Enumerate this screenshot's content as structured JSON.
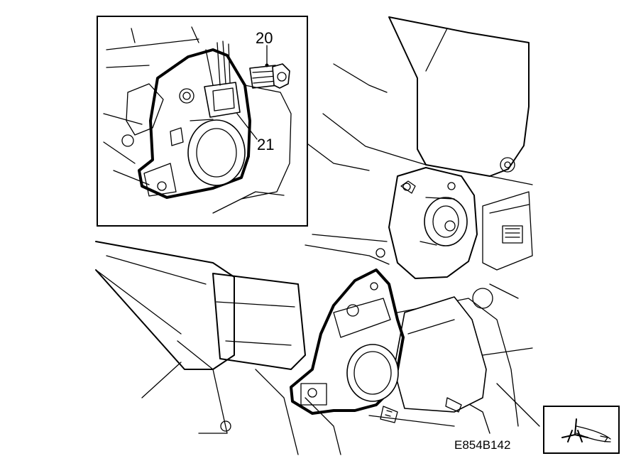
{
  "diagram": {
    "callouts": [
      {
        "id": "20",
        "label": "20"
      },
      {
        "id": "21",
        "label": "21"
      }
    ],
    "figure_code": "E854B142"
  },
  "colors": {
    "line": "#000000",
    "background": "#ffffff"
  },
  "icons": {
    "corner_symbol": "mirror-actuator-symbol-icon"
  }
}
